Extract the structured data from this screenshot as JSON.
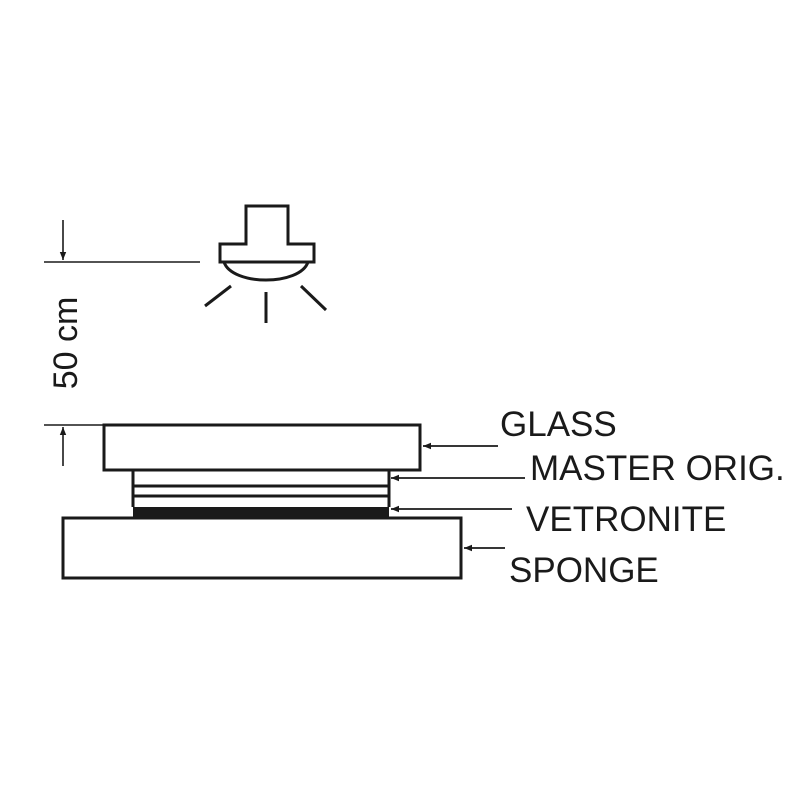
{
  "diagram": {
    "distance_label": "50 cm",
    "labels": {
      "glass": "GLASS",
      "master": "MASTER ORIG.",
      "vetronite": "VETRONITE",
      "sponge": "SPONGE"
    },
    "colors": {
      "stroke": "#1a1a1a",
      "background": "#ffffff"
    }
  }
}
